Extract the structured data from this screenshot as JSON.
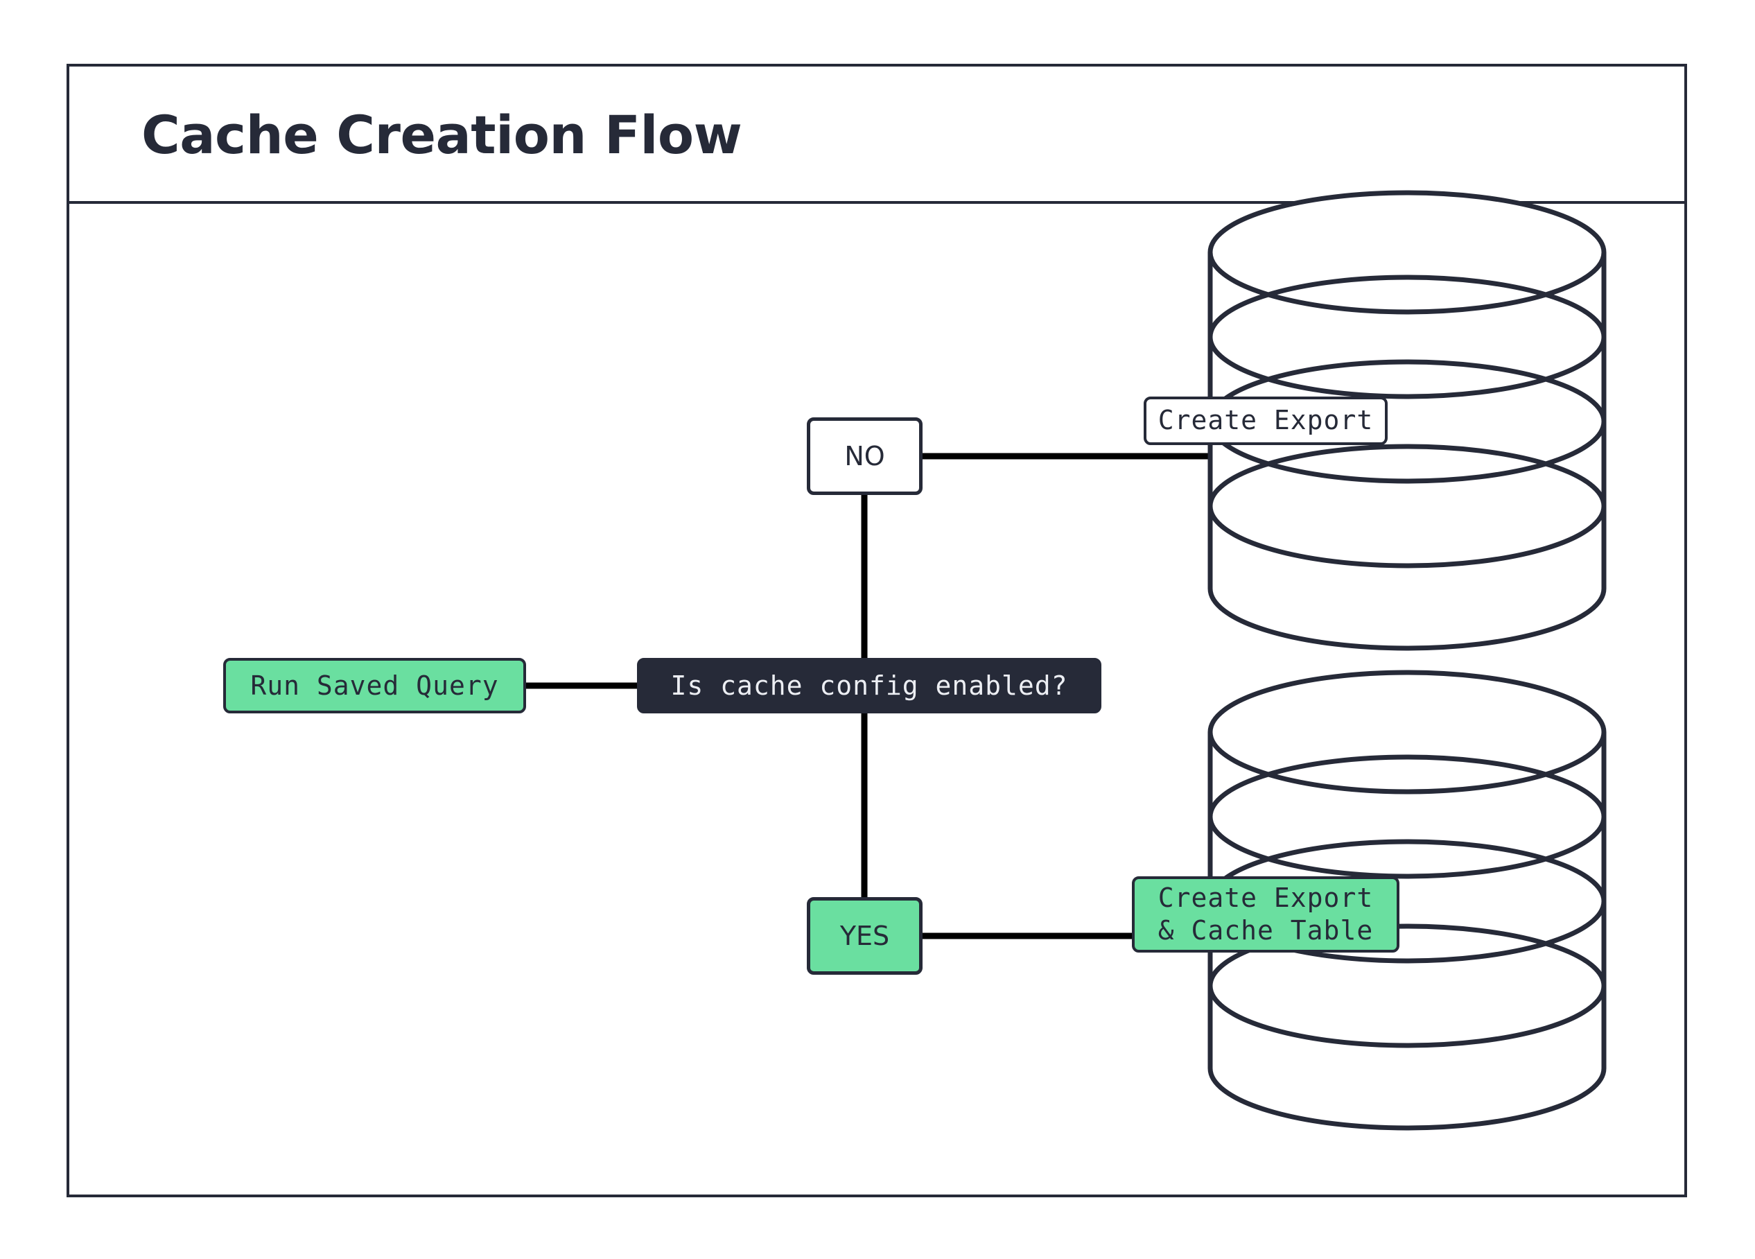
{
  "diagram": {
    "title": "Cache Creation Flow",
    "type": "flowchart",
    "orientation": "left-to-right",
    "colors": {
      "accent_green": "#6ADFA0",
      "dark_navy": "#262A38",
      "node_text_light": "#ECEEF3",
      "connector": "#000000",
      "background": "#FFFFFF"
    },
    "nodes": [
      {
        "id": "run-saved-query",
        "label": "Run Saved Query",
        "shape": "rounded-rect",
        "fill": "#6ADFA0",
        "text_color": "#262A38",
        "font": "monospace"
      },
      {
        "id": "cache-config-decision",
        "label": "Is cache config enabled?",
        "shape": "rounded-rect",
        "fill": "#262A38",
        "text_color": "#ECEEF3",
        "font": "monospace"
      },
      {
        "id": "branch-no",
        "label": "NO",
        "shape": "rounded-rect",
        "fill": "#FFFFFF",
        "text_color": "#262A38",
        "font": "sans-serif"
      },
      {
        "id": "branch-yes",
        "label": "YES",
        "shape": "rounded-rect",
        "fill": "#6ADFA0",
        "text_color": "#262A38",
        "font": "sans-serif"
      },
      {
        "id": "create-export-db",
        "label": "Create Export",
        "shape": "database-cylinder",
        "fill": "#FFFFFF",
        "text_color": "#262A38",
        "font": "monospace"
      },
      {
        "id": "create-export-cache-db",
        "label": "Create Export\n& Cache Table",
        "label_line1": "Create Export",
        "label_line2": "& Cache Table",
        "shape": "database-cylinder",
        "fill": "#6ADFA0",
        "text_color": "#262A38",
        "font": "monospace"
      }
    ],
    "edges": [
      {
        "from": "run-saved-query",
        "to": "cache-config-decision",
        "label": ""
      },
      {
        "from": "cache-config-decision",
        "to": "branch-no",
        "label": ""
      },
      {
        "from": "cache-config-decision",
        "to": "branch-yes",
        "label": ""
      },
      {
        "from": "branch-no",
        "to": "create-export-db",
        "label": ""
      },
      {
        "from": "branch-yes",
        "to": "create-export-cache-db",
        "label": ""
      }
    ]
  }
}
